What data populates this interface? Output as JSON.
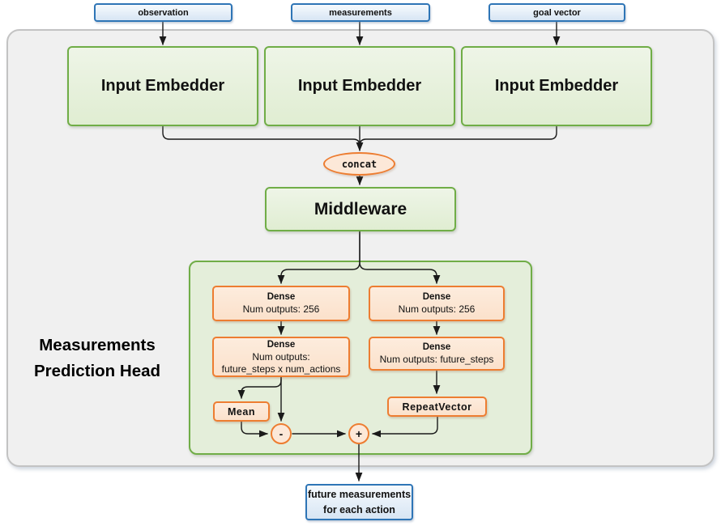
{
  "inputs": [
    {
      "label": "observation"
    },
    {
      "label": "measurements"
    },
    {
      "label": "goal vector"
    }
  ],
  "embedders": [
    {
      "label": "Input Embedder"
    },
    {
      "label": "Input Embedder"
    },
    {
      "label": "Input Embedder"
    }
  ],
  "concat": {
    "label": "concat"
  },
  "middleware": {
    "label": "Middleware"
  },
  "head": {
    "label_line1": "Measurements",
    "label_line2": "Prediction Head",
    "left_branch": {
      "dense1": {
        "title": "Dense",
        "line1": "Num outputs: 256"
      },
      "dense2": {
        "title": "Dense",
        "line1": "Num outputs:",
        "line2": "future_steps x num_actions"
      },
      "mean": {
        "label": "Mean"
      },
      "minus": {
        "label": "-"
      }
    },
    "right_branch": {
      "dense1": {
        "title": "Dense",
        "line1": "Num outputs: 256"
      },
      "dense2": {
        "title": "Dense",
        "line1": "Num outputs: future_steps"
      },
      "repeat_vector": {
        "label": "RepeatVector"
      },
      "plus": {
        "label": "+"
      }
    }
  },
  "output": {
    "line1": "future measurements",
    "line2": "for each action"
  },
  "colors": {
    "blue_border": "#2e75b6",
    "green_border": "#70ad47",
    "orange_border": "#ed7d31",
    "container_fill": "#f0f0f0",
    "head_fill": "#e4eeda",
    "line": "#1a1a1a"
  }
}
